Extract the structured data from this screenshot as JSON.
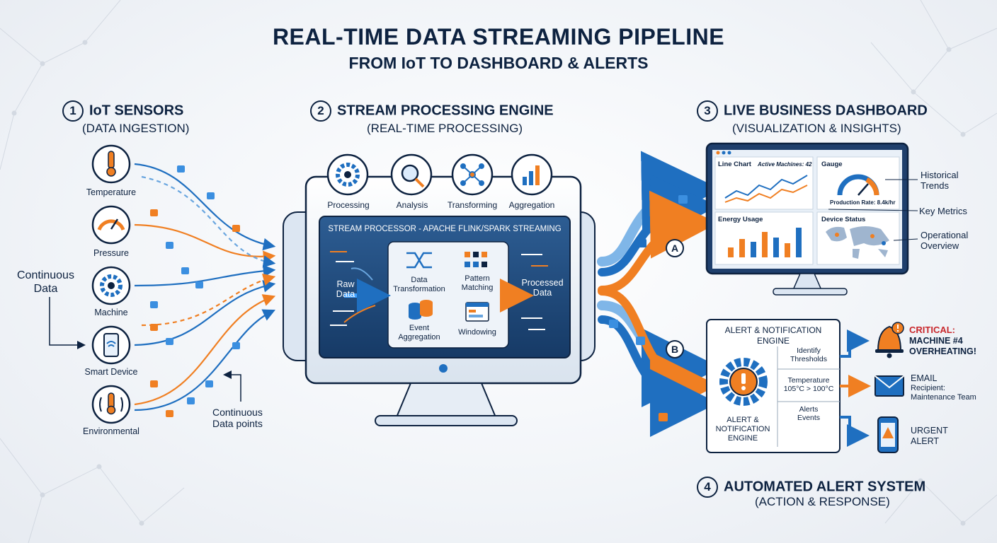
{
  "header": {
    "title": "REAL-TIME DATA STREAMING PIPELINE",
    "subtitle": "FROM IoT TO DASHBOARD & ALERTS"
  },
  "section1": {
    "number": "1",
    "title": "IoT SENSORS",
    "subtitle": "(DATA INGESTION)",
    "sensors": [
      "Temperature",
      "Pressure",
      "Machine",
      "Smart Device",
      "Environmental"
    ],
    "continuous_data": "Continuous\nData",
    "continuous_points": "Continuous\nData points"
  },
  "section2": {
    "number": "2",
    "title": "STREAM PROCESSING ENGINE",
    "subtitle": "(REAL-TIME PROCESSING)",
    "stages": [
      "Processing",
      "Analysis",
      "Transforming",
      "Aggregation"
    ],
    "processor_title": "STREAM PROCESSOR - APACHE FLINK/SPARK STREAMING",
    "raw_data": "Raw\nData",
    "processed_data": "Processed\nData",
    "ops": [
      "Data\nTransformation",
      "Pattern\nMatching",
      "Event\nAggregation",
      "Windowing"
    ]
  },
  "section3": {
    "number": "3",
    "title": "LIVE BUSINESS DASHBOARD",
    "subtitle": "(VISUALIZATION & INSIGHTS)",
    "line_chart_title": "Line Chart",
    "active_machines": "Active Machines: 42",
    "gauge_title": "Gauge",
    "production_rate": "Production Rate: 8.4k/hr",
    "energy_title": "Energy Usage",
    "device_status_title": "Device Status",
    "callouts": [
      "Historical\nTrends",
      "Key Metrics",
      "Operational\nOverview"
    ],
    "route_a": "A",
    "route_b": "B"
  },
  "section4": {
    "number": "4",
    "title": "AUTOMATED ALERT SYSTEM",
    "subtitle": "(ACTION & RESPONSE)",
    "engine_title": "ALERT & NOTIFICATION\nENGINE",
    "engine_icon_label": "ALERT &\nNOTIFICATION\nENGINE",
    "rows": [
      "Identify\nThresholds",
      "Temperature\n105°C > 100°C",
      "Alerts\nEvents"
    ],
    "critical_label": "CRITICAL:",
    "critical_msg": "MACHINE #4\nOVERHEATING!",
    "email_title": "EMAIL",
    "email_detail": "Recipient:\nMaintenance Team",
    "urgent": "URGENT\nALERT"
  },
  "colors": {
    "navy": "#0d2240",
    "blue": "#1f6fc0",
    "orange": "#f07f22",
    "critical": "#c8262b"
  },
  "icons": [
    "thermometer-icon",
    "gauge-icon",
    "gear-icon",
    "smartphone-icon",
    "environment-icon",
    "magnifier-icon",
    "network-icon",
    "bar-chart-icon",
    "shuffle-icon",
    "pattern-icon",
    "database-icon",
    "window-icon",
    "alert-gear-icon",
    "bell-icon",
    "envelope-icon",
    "phone-alert-icon"
  ]
}
